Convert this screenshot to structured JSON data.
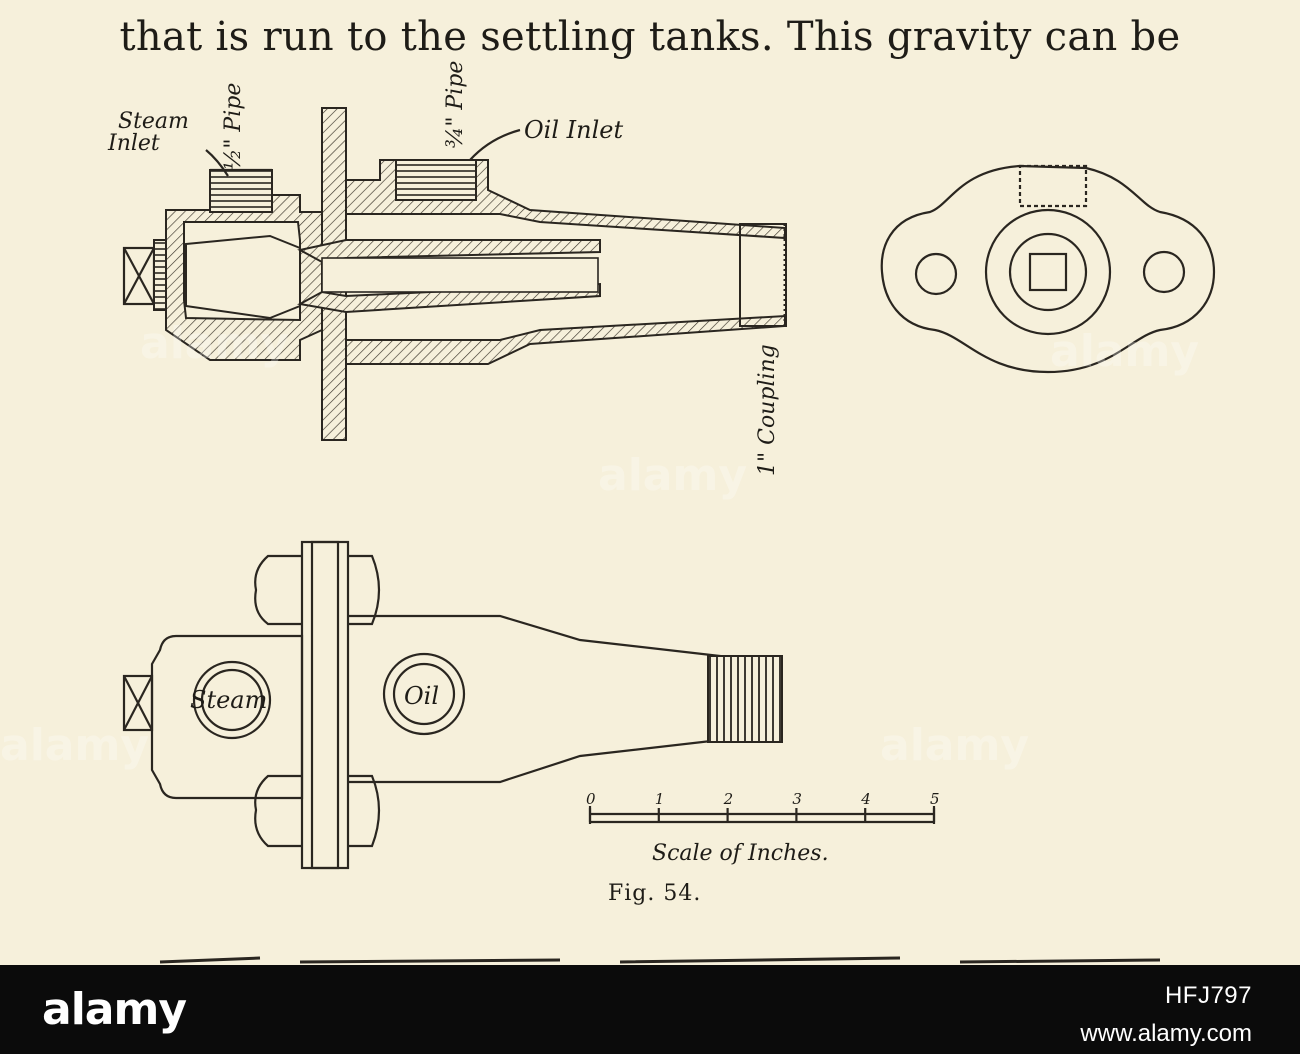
{
  "page": {
    "lead_text": "that is run to the settling tanks.  This gravity can be",
    "figure_caption": "Fig. 54."
  },
  "labels": {
    "steam_inlet": "Steam Inlet",
    "half_pipe": "½\" Pipe",
    "three_quarter_pipe": "¾\" Pipe",
    "oil_inlet": "Oil Inlet",
    "coupling": "1\" Coupling",
    "steam": "Steam",
    "oil": "Oil"
  },
  "scale": {
    "ticks": [
      "0",
      "1",
      "2",
      "3",
      "4",
      "5"
    ],
    "caption": "Scale of Inches."
  },
  "watermark": {
    "mark": "alamy",
    "image_id": "HFJ797",
    "site": "www.alamy.com"
  }
}
